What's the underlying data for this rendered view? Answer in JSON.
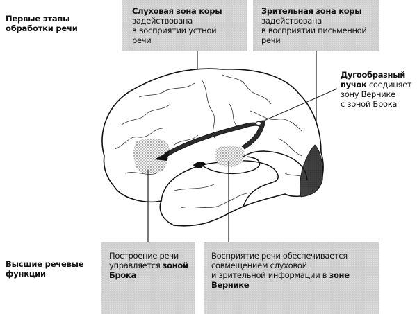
{
  "row_labels": {
    "top": [
      "Первые этапы",
      "обработки речи"
    ],
    "bottom": [
      "Высшие речевые",
      "функции"
    ]
  },
  "auditory_box": {
    "title": "Слуховая зона коры",
    "lines": [
      "задействована",
      "в восприятии устной",
      "речи"
    ]
  },
  "visual_box": {
    "title": "Зрительная зона коры",
    "lines": [
      "задействована",
      "в восприятии письменной",
      "речи"
    ]
  },
  "arcuate_note": {
    "title_line1": "Дугообразный",
    "title_line2": "пучок",
    "rest_line2": " соединяет",
    "lines": [
      "зону Вернике",
      "с зоной Брока"
    ]
  },
  "broca_box": {
    "line1": "Построение речи",
    "line2_plain": "управляется ",
    "line2_bold": "зоной",
    "line3_bold": "Брока"
  },
  "wernicke_box": {
    "line1": "Восприятие речи обеспечивается",
    "line2": "совмещением слуховой",
    "line3_plain": "и зрительной информации в ",
    "line3_bold": "зоне",
    "line4_bold": "Вернике"
  },
  "colors": {
    "box_fill": "#d2d2d2",
    "visual_cortex_fill": "#3a3a3a",
    "arrow_fill": "#2b2b2b",
    "outline": "#111111"
  }
}
